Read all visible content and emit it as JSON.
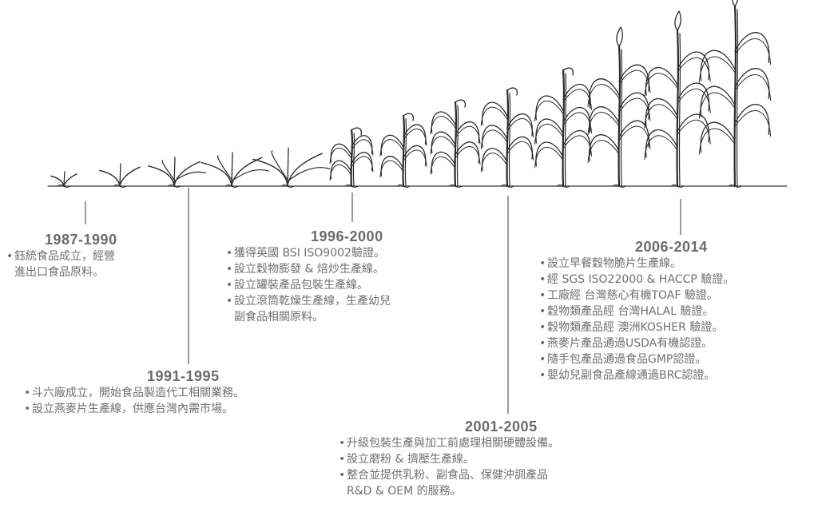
{
  "periods": [
    {
      "year": "1987-1990",
      "items": [
        {
          "lines": [
            "鈺統食品成立，經營",
            "進出口食品原料。"
          ]
        }
      ]
    },
    {
      "year": "1991-1995",
      "items": [
        {
          "lines": [
            "斗六廠成立，開始食品製造代工相關業務。"
          ]
        },
        {
          "lines": [
            "設立燕麥片生產線，供應台灣內需市場。"
          ]
        }
      ]
    },
    {
      "year": "1996-2000",
      "items": [
        {
          "lines": [
            "獲得英國 BSI ISO9002驗證。"
          ]
        },
        {
          "lines": [
            "設立穀物膨發 & 焙炒生產線。"
          ]
        },
        {
          "lines": [
            "設立罐裝產品包裝生產線。"
          ]
        },
        {
          "lines": [
            "設立滾筒乾燥生產線，生產幼兒",
            "副食品相關原料。"
          ]
        }
      ]
    },
    {
      "year": "2001-2005",
      "items": [
        {
          "lines": [
            "升級包裝生產與加工前處理相關硬體設備。"
          ]
        },
        {
          "lines": [
            "設立磨粉 & 擠壓生產線。"
          ]
        },
        {
          "lines": [
            "整合並提供乳粉、副食品、保健沖調產品",
            "R&D & OEM 的服務。"
          ]
        }
      ]
    },
    {
      "year": "2006-2014",
      "items": [
        {
          "lines": [
            "設立早餐穀物脆片生產線。"
          ]
        },
        {
          "lines": [
            "經 SGS ISO22000 & HACCP 驗證。"
          ]
        },
        {
          "lines": [
            "工廠經 台灣慈心有機TOAF 驗證。"
          ]
        },
        {
          "lines": [
            "穀物類產品經 台灣HALAL 驗證。"
          ]
        },
        {
          "lines": [
            "穀物類產品經 澳洲KOSHER 驗證。"
          ]
        },
        {
          "lines": [
            "燕麥片產品通過USDA有機認證。"
          ]
        },
        {
          "lines": [
            "隨手包產品通過食品GMP認證。"
          ]
        },
        {
          "lines": [
            "嬰幼兒副食品產線通過BRC認證。"
          ]
        }
      ]
    }
  ],
  "bullet": "•"
}
